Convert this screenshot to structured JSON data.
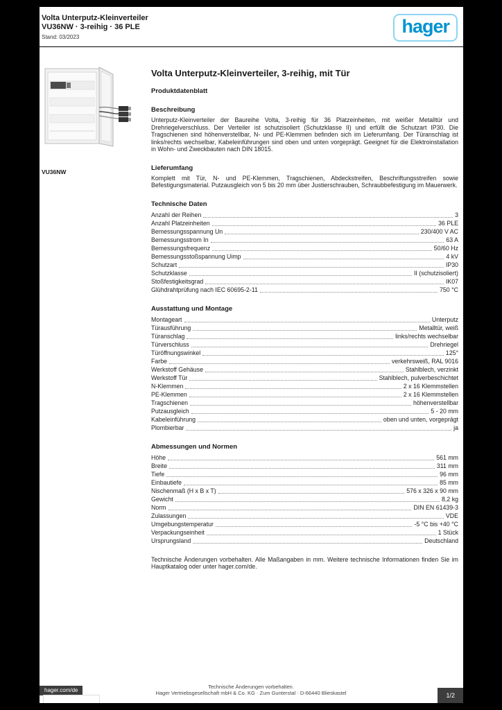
{
  "page": {
    "header": {
      "line1": "Volta Unterputz-Kleinverteiler",
      "line2": "VU36NW · 3-reihig · 36 PLE",
      "line3": "Stand: 03/2023",
      "logo_text": "hager"
    },
    "product": {
      "ref": "VU36NW"
    },
    "main": {
      "title": "Volta Unterputz-Kleinverteiler, 3-reihig, mit Tür",
      "subtitle": "Produktdatenblatt"
    },
    "sections": [
      {
        "title": "Beschreibung",
        "type": "paragraph",
        "text": "Unterputz-Kleinverteiler der Baureihe Volta, 3-reihig für 36 Platzeinheiten, mit weißer Metalltür und Drehriegelverschluss. Der Verteiler ist schutzisoliert (Schutzklasse II) und erfüllt die Schutzart IP30. Die Tragschienen sind höhenverstellbar, N- und PE-Klemmen befinden sich im Lieferumfang. Der Türanschlag ist links/rechts wechselbar, Kabeleinführungen sind oben und unten vorgeprägt. Geeignet für die Elektroinstallation in Wohn- und Zweckbauten nach DIN 18015."
      },
      {
        "title": "Lieferumfang",
        "type": "paragraph",
        "text": "Komplett mit Tür, N- und PE-Klemmen, Tragschienen, Abdeckstreifen, Beschriftungsstreifen sowie Befestigungsmaterial. Putzausgleich von 5 bis 20 mm über Justierschrauben, Schraubbefestigung im Mauerwerk."
      },
      {
        "title": "Technische Daten",
        "type": "rows",
        "rows": [
          {
            "label": "Anzahl der Reihen",
            "value": "3"
          },
          {
            "label": "Anzahl Platzeinheiten",
            "value": "36 PLE"
          },
          {
            "label": "Bemessungsspannung Un",
            "value": "230/400 V AC"
          },
          {
            "label": "Bemessungsstrom In",
            "value": "63 A"
          },
          {
            "label": "Bemessungsfrequenz",
            "value": "50/60 Hz"
          },
          {
            "label": "Bemessungsstoßspannung Uimp",
            "value": "4 kV"
          },
          {
            "label": "Schutzart",
            "value": "IP30"
          },
          {
            "label": "Schutzklasse",
            "value": "II (schutzisoliert)"
          },
          {
            "label": "Stoßfestigkeitsgrad",
            "value": "IK07"
          },
          {
            "label": "Glühdrahtprüfung nach IEC 60695-2-11",
            "value": "750 °C"
          }
        ]
      },
      {
        "title": "Ausstattung und Montage",
        "type": "rows",
        "rows": [
          {
            "label": "Montageart",
            "value": "Unterputz"
          },
          {
            "label": "Türausführung",
            "value": "Metalltür, weiß"
          },
          {
            "label": "Türanschlag",
            "value": "links/rechts wechselbar"
          },
          {
            "label": "Türverschluss",
            "value": "Drehriegel"
          },
          {
            "label": "Türöffnungswinkel",
            "value": "125°"
          },
          {
            "label": "Farbe",
            "value": "verkehrsweiß, RAL 9016"
          },
          {
            "label": "Werkstoff Gehäuse",
            "value": "Stahlblech, verzinkt"
          },
          {
            "label": "Werkstoff Tür",
            "value": "Stahlblech, pulverbeschichtet"
          },
          {
            "label": "N-Klemmen",
            "value": "2 x 16 Klemmstellen"
          },
          {
            "label": "PE-Klemmen",
            "value": "2 x 16 Klemmstellen"
          },
          {
            "label": "Tragschienen",
            "value": "höhenverstellbar"
          },
          {
            "label": "Putzausgleich",
            "value": "5 - 20 mm"
          },
          {
            "label": "Kabeleinführung",
            "value": "oben und unten, vorgeprägt"
          },
          {
            "label": "Plombierbar",
            "value": "ja"
          }
        ]
      },
      {
        "title": "Abmessungen und Normen",
        "type": "rows",
        "rows": [
          {
            "label": "Höhe",
            "value": "561 mm"
          },
          {
            "label": "Breite",
            "value": "311 mm"
          },
          {
            "label": "Tiefe",
            "value": "96 mm"
          },
          {
            "label": "Einbautiefe",
            "value": "85 mm"
          },
          {
            "label": "Nischenmaß (H x B x T)",
            "value": "576 x 326 x 90 mm"
          },
          {
            "label": "Gewicht",
            "value": "8,2 kg"
          },
          {
            "label": "Norm",
            "value": "DIN EN 61439-3"
          },
          {
            "label": "Zulassungen",
            "value": "VDE"
          },
          {
            "label": "Umgebungstemperatur",
            "value": "-5 °C bis +40 °C"
          },
          {
            "label": "Verpackungseinheit",
            "value": "1 Stück"
          },
          {
            "label": "Ursprungsland",
            "value": "Deutschland"
          }
        ]
      }
    ],
    "note": "Technische Änderungen vorbehalten. Alle Maßangaben in mm. Weitere technische Informationen finden Sie im Hauptkatalog oder unter hager.com/de.",
    "footer": {
      "site": "hager.com/de",
      "center_line1": "Technische Änderungen vorbehalten.",
      "center_line2": "Hager Vertriebsgesellschaft mbH & Co. KG · Zum Gunterstal · D-66440 Blieskastel",
      "page": "1/2"
    }
  },
  "colors": {
    "hager_blue": "#0093d0",
    "logo_border": "#8ed4f2",
    "footer_bar": "#3d3d3d",
    "page_background": "#ffffff",
    "canvas_background": "#000000"
  }
}
